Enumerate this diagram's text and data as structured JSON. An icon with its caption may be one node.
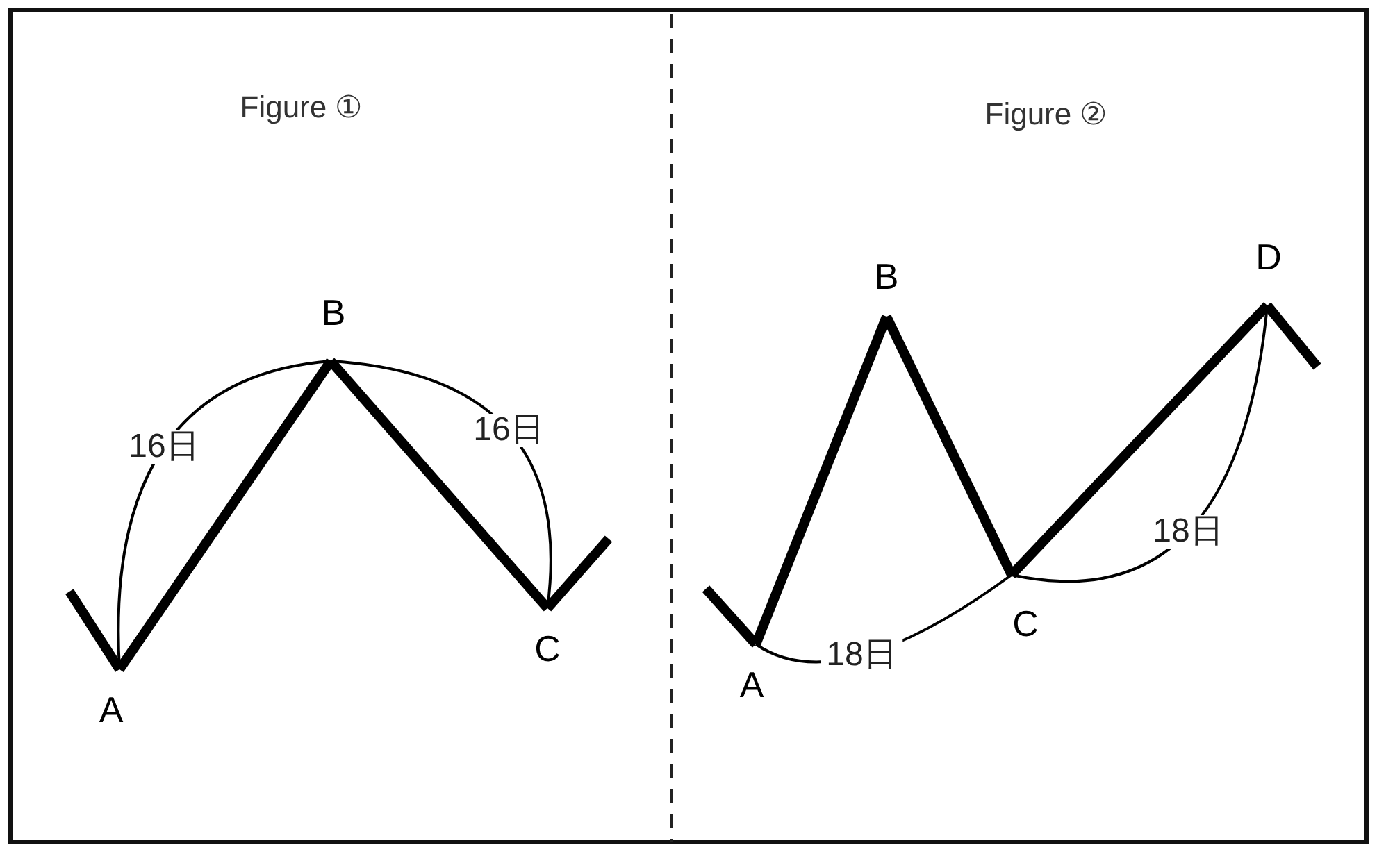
{
  "diagram": {
    "nodes": [
      {
        "text": [
          "Figure ①"
        ]
      },
      {
        "text": [
          "A"
        ],
        "in": 0
      },
      {
        "text": [
          "B"
        ],
        "in": 0
      },
      {
        "text": [
          "C"
        ],
        "in": 0
      },
      {
        "text": [
          "Figure ②"
        ]
      },
      {
        "text": [
          "A"
        ],
        "in": 4
      },
      {
        "text": [
          "B"
        ],
        "in": 4
      },
      {
        "text": [
          "C"
        ],
        "in": 4
      },
      {
        "text": [
          "D"
        ],
        "in": 4
      }
    ],
    "edges": [
      {
        "from": 1,
        "to": 2,
        "arrow": "none"
      },
      {
        "from": 2,
        "to": 3,
        "arrow": "none"
      },
      {
        "from": 1,
        "to": 2,
        "arrow": "none",
        "label": "16日"
      },
      {
        "from": 2,
        "to": 3,
        "arrow": "none",
        "label": "16日"
      },
      {
        "from": 5,
        "to": 6,
        "arrow": "none"
      },
      {
        "from": 6,
        "to": 7,
        "arrow": "none"
      },
      {
        "from": 7,
        "to": 8,
        "arrow": "none"
      },
      {
        "from": 5,
        "to": 7,
        "arrow": "none",
        "label": "18日"
      },
      {
        "from": 7,
        "to": 8,
        "arrow": "none",
        "label": "18日"
      },
      {
        "from": null,
        "to": 1,
        "arrow": "none"
      },
      {
        "from": 3,
        "to": null,
        "arrow": "none"
      },
      {
        "from": null,
        "to": 5,
        "arrow": "none"
      },
      {
        "from": 8,
        "to": null,
        "arrow": "none"
      }
    ]
  }
}
